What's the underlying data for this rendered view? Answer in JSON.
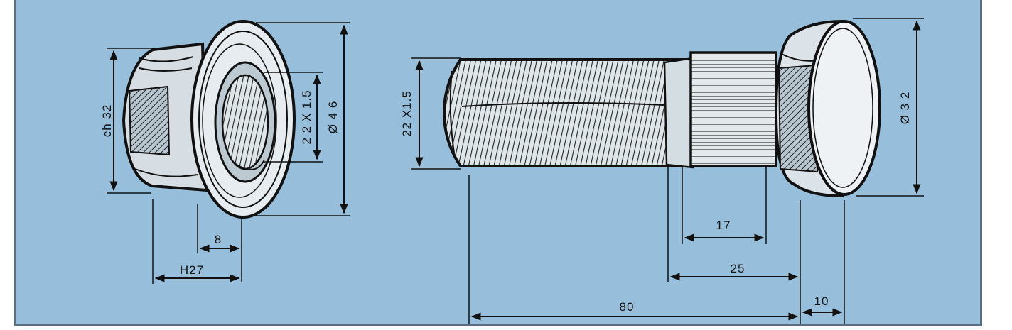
{
  "nut": {
    "hex_label": "ch 32",
    "thread_label": "2 2 X 1.5",
    "diameter_label": "Ø 4 6",
    "flange_label": "8",
    "height_label": "H27"
  },
  "bolt": {
    "thread_label": "22 X1.5",
    "diameter_label": "Ø 3 2",
    "knurl_label": "17",
    "shank_label": "25",
    "length_label": "80",
    "head_label": "10"
  }
}
